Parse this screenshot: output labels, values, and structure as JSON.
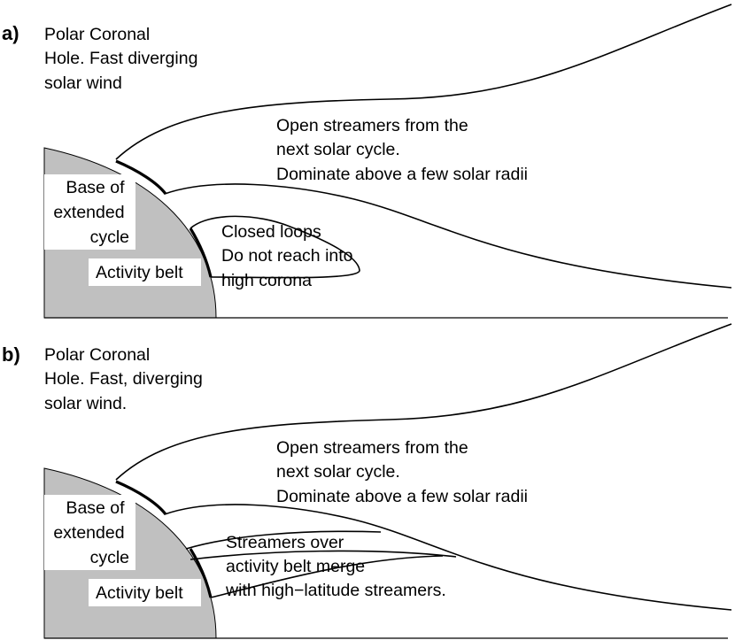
{
  "panels": [
    {
      "letter": "a)",
      "labels": {
        "polar_hole": [
          "Polar Coronal",
          "Hole. Fast diverging",
          "solar wind"
        ],
        "open_streamers": [
          "Open streamers from the",
          "next solar cycle.",
          "Dominate above a few solar radii"
        ],
        "base_extended": [
          "Base of",
          "extended",
          "cycle"
        ],
        "activity_belt": "Activity belt",
        "inner_feature": [
          "Closed loops",
          "Do not reach into",
          "high corona"
        ]
      }
    },
    {
      "letter": "b)",
      "labels": {
        "polar_hole": [
          "Polar Coronal",
          "Hole. Fast, diverging",
          "solar wind."
        ],
        "open_streamers": [
          "Open streamers from the",
          "next solar cycle.",
          "Dominate above a few solar radii"
        ],
        "base_extended": [
          "Base of",
          "extended",
          "cycle"
        ],
        "activity_belt": "Activity belt",
        "inner_feature": [
          "Streamers over",
          "activity belt merge",
          "with high−latitude streamers."
        ]
      }
    }
  ],
  "colors": {
    "sun_fill": "#c0c0c0",
    "label_box": "#ffffff",
    "ink": "#000000"
  }
}
